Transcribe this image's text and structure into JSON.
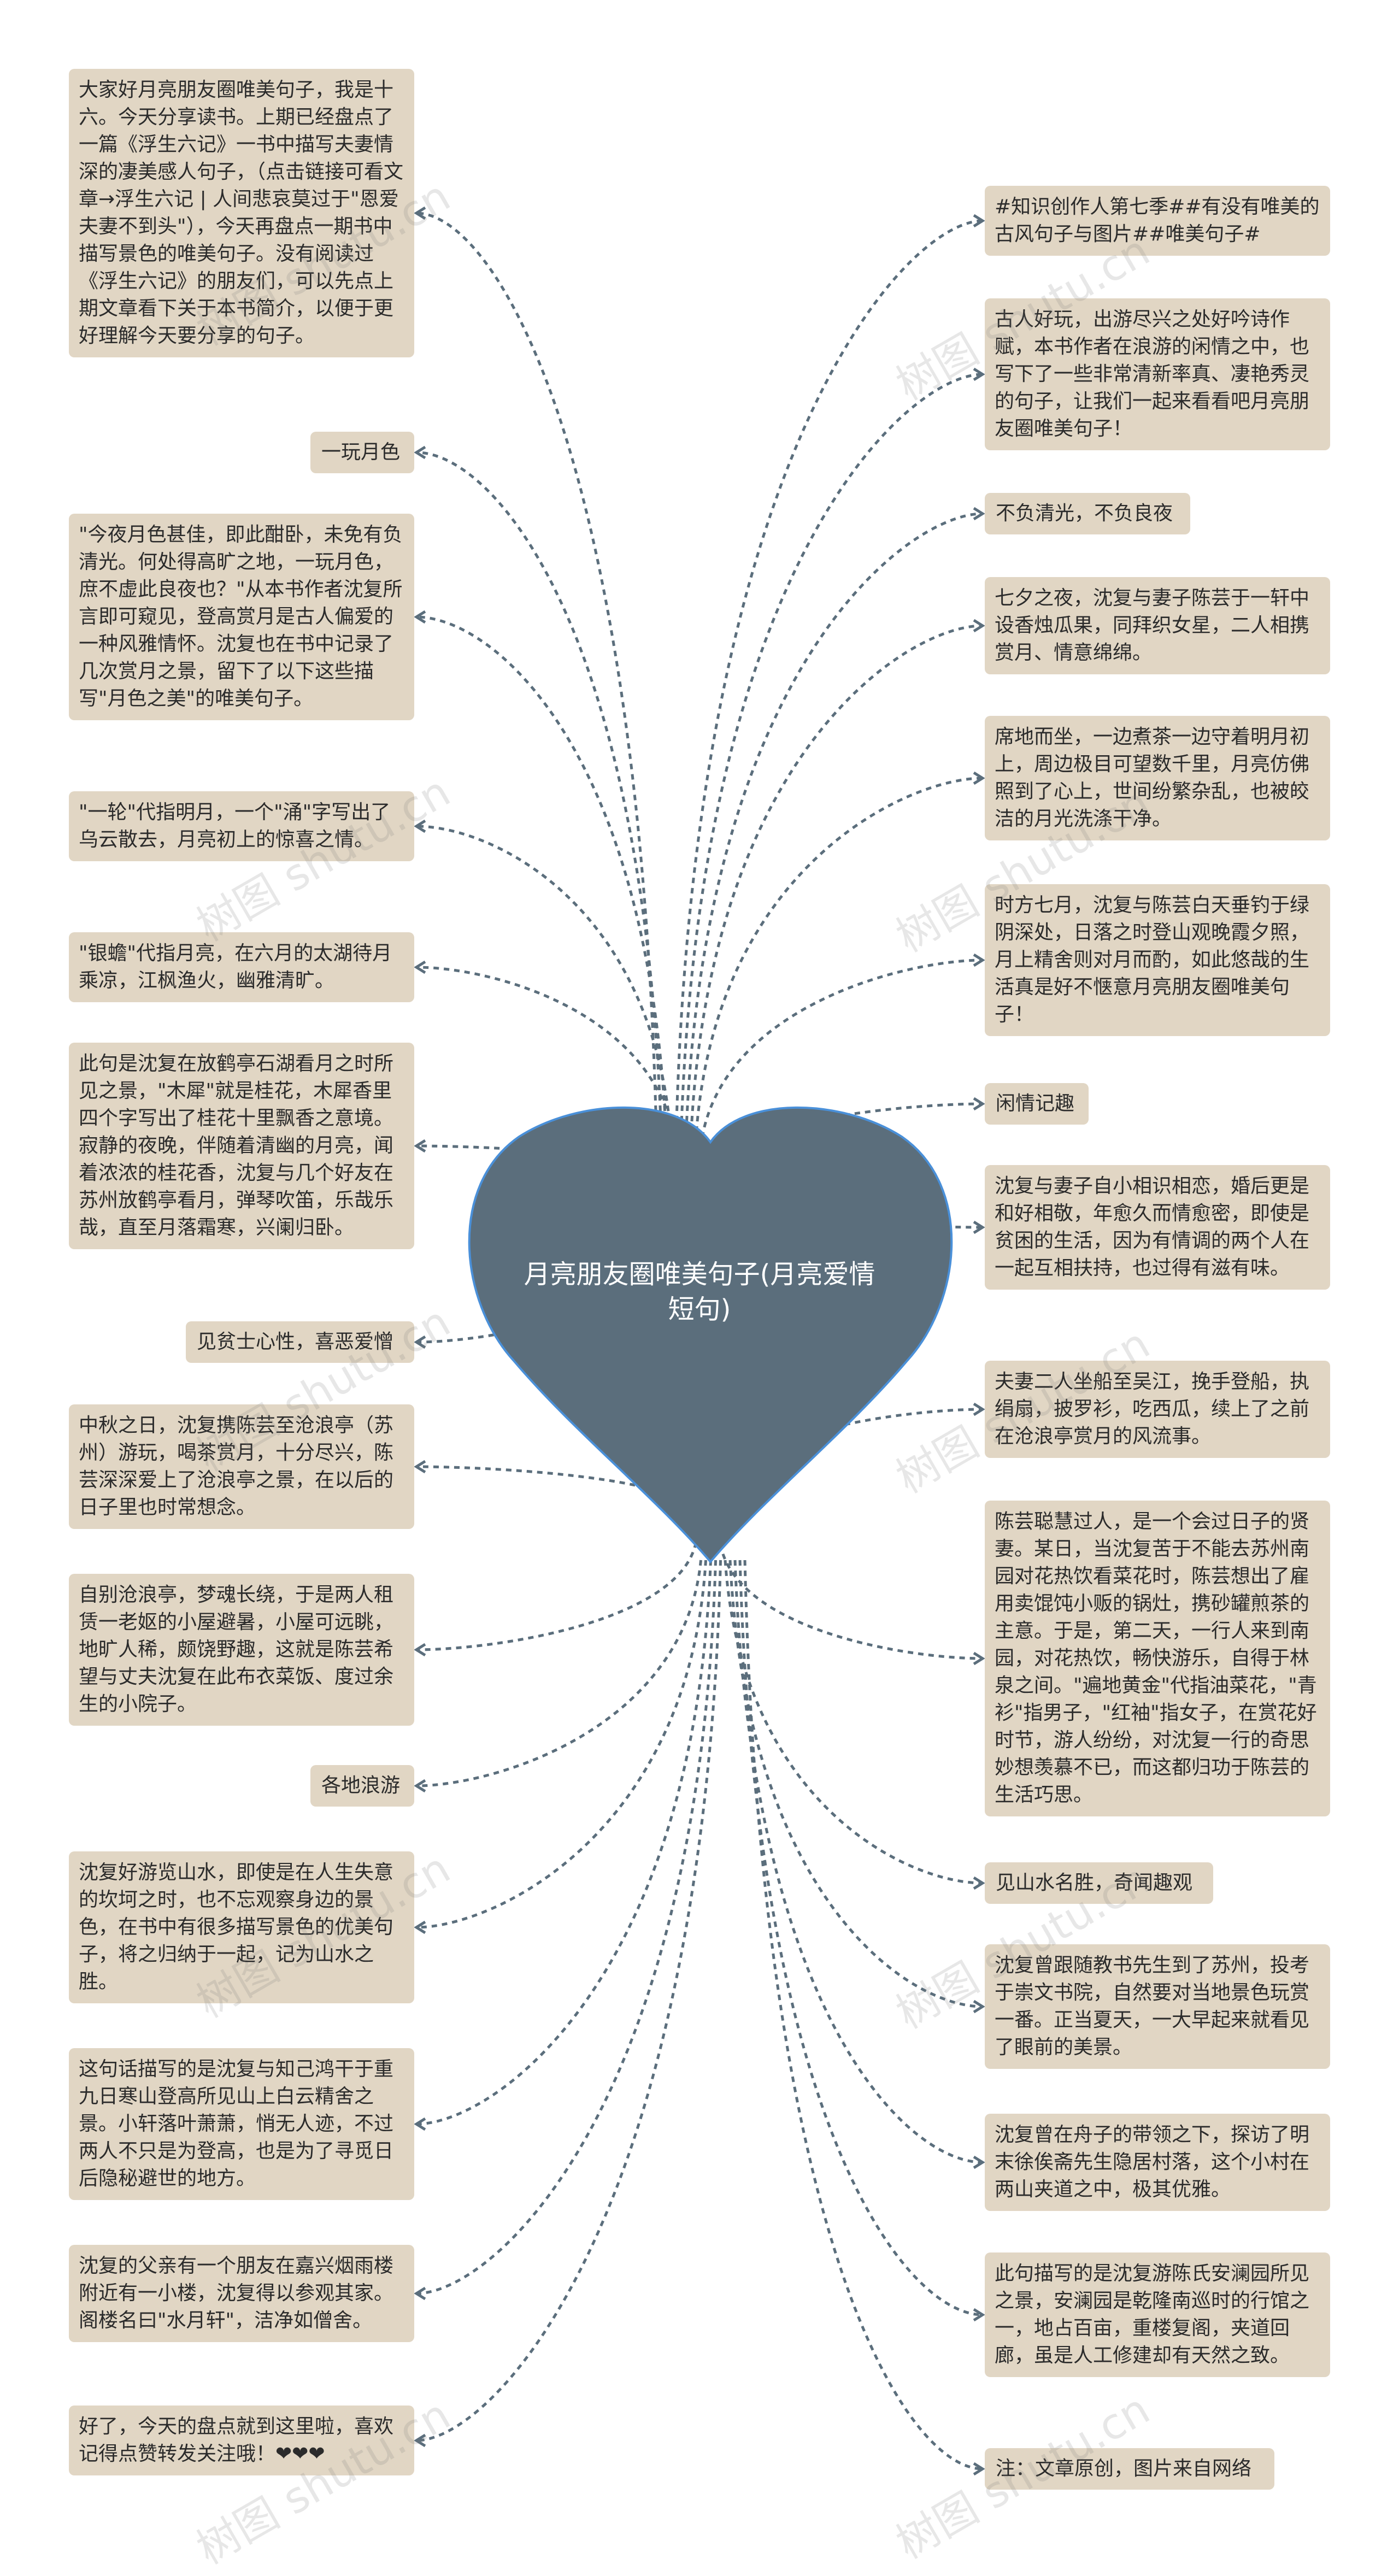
{
  "center": {
    "title": "月亮朋友圈唯美句子(月亮爱情短句)",
    "color": "#5b6e7c"
  },
  "colors": {
    "node_bg": "#e1d6c4",
    "connector": "#5b6e7c"
  },
  "watermark": "树图 shutu.cn",
  "left_nodes": [
    {
      "text": "大家好月亮朋友圈唯美句子，我是十六。今天分享读书。上期已经盘点了一篇《浮生六记》一书中描写夫妻情深的凄美感人句子，（点击链接可看文章→浮生六记 | 人间悲哀莫过于\"恩爱夫妻不到头\"），今天再盘点一期书中描写景色的唯美句子。没有阅读过《浮生六记》的朋友们，可以先点上期文章看下关于本书简介，以便于更好理解今天要分享的句子。"
    },
    {
      "text": "一玩月色"
    },
    {
      "text": "\"今夜月色甚佳，即此酣卧，未免有负清光。何处得高旷之地，一玩月色，庶不虚此良夜也？\"从本书作者沈复所言即可窥见，登高赏月是古人偏爱的一种风雅情怀。沈复也在书中记录了几次赏月之景，留下了以下这些描写\"月色之美\"的唯美句子。"
    },
    {
      "text": "\"一轮\"代指明月，一个\"涌\"字写出了乌云散去，月亮初上的惊喜之情。"
    },
    {
      "text": "\"银蟾\"代指月亮，在六月的太湖待月乘凉，江枫渔火，幽雅清旷。"
    },
    {
      "text": "此句是沈复在放鹤亭石湖看月之时所见之景，\"木犀\"就是桂花，木犀香里四个字写出了桂花十里飘香之意境。寂静的夜晚，伴随着清幽的月亮，闻着浓浓的桂花香，沈复与几个好友在苏州放鹤亭看月，弹琴吹笛，乐哉乐哉，直至月落霜寒，兴阑归卧。"
    },
    {
      "text": "见贫士心性，喜恶爱憎"
    },
    {
      "text": "中秋之日，沈复携陈芸至沧浪亭（苏州）游玩，喝茶赏月，十分尽兴，陈芸深深爱上了沧浪亭之景，在以后的日子里也时常想念。"
    },
    {
      "text": "自别沧浪亭，梦魂长绕，于是两人租赁一老妪的小屋避暑，小屋可远眺，地旷人稀，颇饶野趣，这就是陈芸希望与丈夫沈复在此布衣菜饭、度过余生的小院子。"
    },
    {
      "text": "各地浪游"
    },
    {
      "text": "沈复好游览山水，即使是在人生失意的坎坷之时，也不忘观察身边的景色，在书中有很多描写景色的优美句子，将之归纳于一起，记为山水之胜。"
    },
    {
      "text": "这句话描写的是沈复与知己鸿干于重九日寒山登高所见山上白云精舍之景。小轩落叶萧萧，悄无人迹，不过两人不只是为登高，也是为了寻觅日后隐秘避世的地方。"
    },
    {
      "text": "沈复的父亲有一个朋友在嘉兴烟雨楼附近有一小楼，沈复得以参观其家。阁楼名曰\"水月轩\"，洁净如僧舍。"
    },
    {
      "text": "好了，今天的盘点就到这里啦，喜欢记得点赞转发关注哦！❤❤❤"
    }
  ],
  "right_nodes": [
    {
      "text": "#知识创作人第七季##有没有唯美的古风句子与图片##唯美句子#"
    },
    {
      "text": "古人好玩，出游尽兴之处好吟诗作赋，本书作者在浪游的闲情之中，也写下了一些非常清新率真、凄艳秀灵的句子，让我们一起来看看吧月亮朋友圈唯美句子！"
    },
    {
      "text": "不负清光，不负良夜"
    },
    {
      "text": "七夕之夜，沈复与妻子陈芸于一轩中设香烛瓜果，同拜织女星，二人相携赏月、情意绵绵。"
    },
    {
      "text": "席地而坐，一边煮茶一边守着明月初上，周边极目可望数千里，月亮仿佛照到了心上，世间纷繁杂乱，也被皎洁的月光洗涤干净。"
    },
    {
      "text": "时方七月，沈复与陈芸白天垂钓于绿阴深处，日落之时登山观晚霞夕照，月上精舍则对月而酌，如此悠哉的生活真是好不惬意月亮朋友圈唯美句子！"
    },
    {
      "text": "闲情记趣"
    },
    {
      "text": "沈复与妻子自小相识相恋，婚后更是和好相敬，年愈久而情愈密，即使是贫困的生活，因为有情调的两个人在一起互相扶持，也过得有滋有味。"
    },
    {
      "text": "夫妻二人坐船至吴江，挽手登船，执绢扇，披罗衫，吃西瓜，续上了之前在沧浪亭赏月的风流事。"
    },
    {
      "text": "陈芸聪慧过人，是一个会过日子的贤妻。某日，当沈复苦于不能去苏州南园对花热饮看菜花时，陈芸想出了雇用卖馄饨小贩的锅灶，携砂罐煎茶的主意。于是，第二天，一行人来到南园，对花热饮，畅快游乐，自得于林泉之间。\"遍地黄金\"代指油菜花，\"青衫\"指男子，\"红袖\"指女子，在赏花好时节，游人纷纷，对沈复一行的奇思妙想羡慕不已，而这都归功于陈芸的生活巧思。"
    },
    {
      "text": "见山水名胜，奇闻趣观"
    },
    {
      "text": "沈复曾跟随教书先生到了苏州，投考于崇文书院，自然要对当地景色玩赏一番。正当夏天，一大早起来就看见了眼前的美景。"
    },
    {
      "text": "沈复曾在舟子的带领之下，探访了明末徐俟斋先生隐居村落，这个小村在两山夹道之中，极其优雅。"
    },
    {
      "text": "此句描写的是沈复游陈氏安澜园所见之景，安澜园是乾隆南巡时的行馆之一，地占百亩，重楼复阁，夹道回廊，虽是人工修建却有天然之致。"
    },
    {
      "text": "注：文章原创，图片来自网络"
    }
  ]
}
